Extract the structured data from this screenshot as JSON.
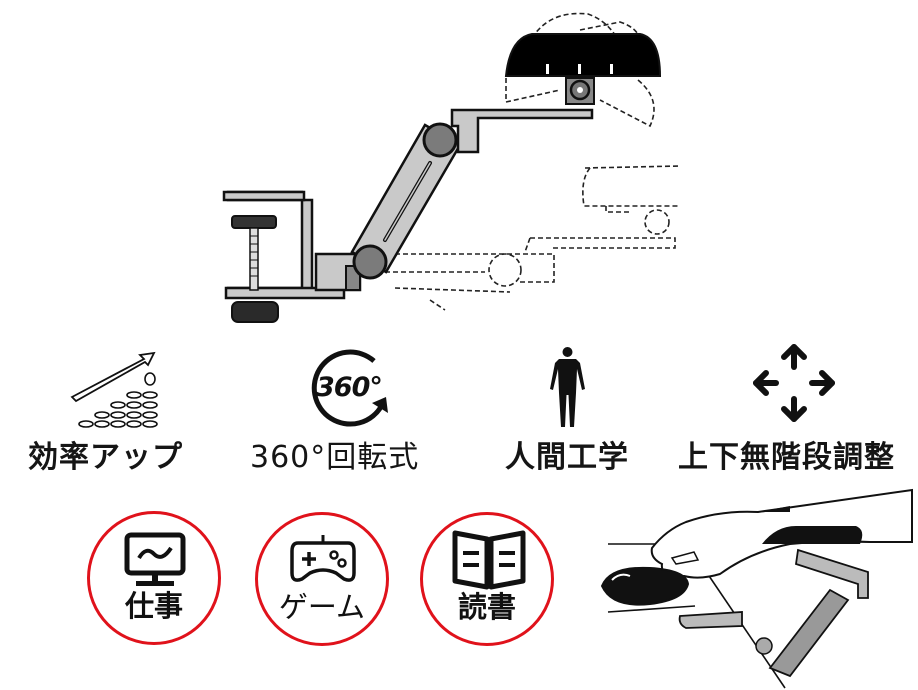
{
  "product_illustration": {
    "name": "armrest-clamp-arm",
    "colors": {
      "arm": "#c9c9c9",
      "joint": "#7b7b7b",
      "pad": "#000000",
      "outline": "#111111"
    }
  },
  "features": [
    {
      "icon": "coin-growth-chart-icon",
      "label": "効率アップ"
    },
    {
      "icon": "rotate-360-icon",
      "icon_text": "360°",
      "label": "360°回転式"
    },
    {
      "icon": "human-body-icon",
      "label": "人間工学"
    },
    {
      "icon": "four-way-arrows-icon",
      "label": "上下無階段調整"
    }
  ],
  "use_cases": [
    {
      "icon": "monitor-chart-icon",
      "label": "仕事"
    },
    {
      "icon": "gamepad-icon",
      "label": "ゲーム"
    },
    {
      "icon": "open-book-icon",
      "label": "読書"
    }
  ],
  "usage_illustration": {
    "name": "hand-on-armrest-with-mouse"
  },
  "accent_color": "#e0121b"
}
